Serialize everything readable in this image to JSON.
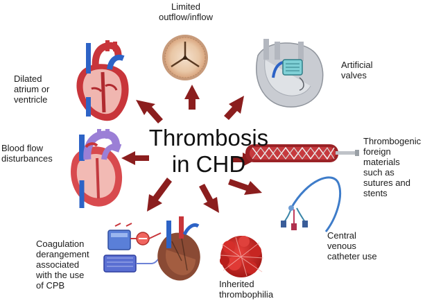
{
  "title": [
    "Thrombosis",
    "in CHD"
  ],
  "colors": {
    "arrow": "#8b1e1e",
    "text": "#1a1a1a"
  },
  "causes": [
    {
      "id": "limited-outflow-inflow",
      "lines": [
        "Limited",
        "outflow/inflow"
      ]
    },
    {
      "id": "artificial-valves",
      "lines": [
        "Artificial",
        "valves"
      ]
    },
    {
      "id": "thrombogenic-foreign-materials",
      "lines": [
        "Thrombogenic",
        "foreign",
        "materials",
        "such as",
        "sutures and",
        "stents"
      ]
    },
    {
      "id": "central-venous-catheter",
      "lines": [
        "Central",
        "venous",
        "catheter use"
      ]
    },
    {
      "id": "inherited-thrombophilia",
      "lines": [
        "Inherited",
        "thrombophilia"
      ]
    },
    {
      "id": "coagulation-derangement-cpb",
      "lines": [
        "Coagulation",
        "derangement",
        "associated",
        "with the use",
        "of CPB"
      ]
    },
    {
      "id": "blood-flow-disturbances",
      "lines": [
        "Blood flow",
        "disturbances"
      ]
    },
    {
      "id": "dilated-atrium-ventricle",
      "lines": [
        "Dilated",
        "atrium or",
        "ventricle"
      ]
    }
  ]
}
